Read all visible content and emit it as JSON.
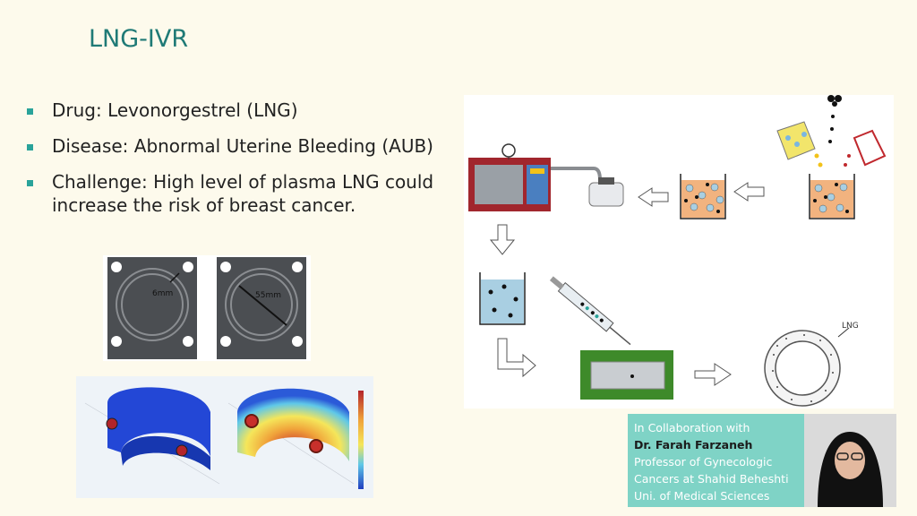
{
  "slide": {
    "title": "LNG-IVR",
    "bullets": [
      {
        "label": "Drug: Levonorgestrel (LNG)"
      },
      {
        "label": "Disease: Abnormal Uterine Bleeding (AUB)"
      },
      {
        "label": "Challenge: High level of plasma LNG could",
        "continuation": "increase the risk of breast cancer."
      }
    ],
    "mold_labels": {
      "inner": "6mm",
      "outer": "55mm"
    },
    "process_label": "LNG",
    "collaboration": {
      "intro": "In Collaboration with",
      "name": "Dr. Farah Farzaneh",
      "line1": "Professor of Gynecologic",
      "line2": "Cancers at Shahid Beheshti",
      "line3": "Uni. of Medical Sciences"
    }
  },
  "colors": {
    "title": "#1f7a76",
    "accent": "#2aa39a",
    "background": "#fdfaec",
    "collab_box": "#7fd3c6"
  }
}
